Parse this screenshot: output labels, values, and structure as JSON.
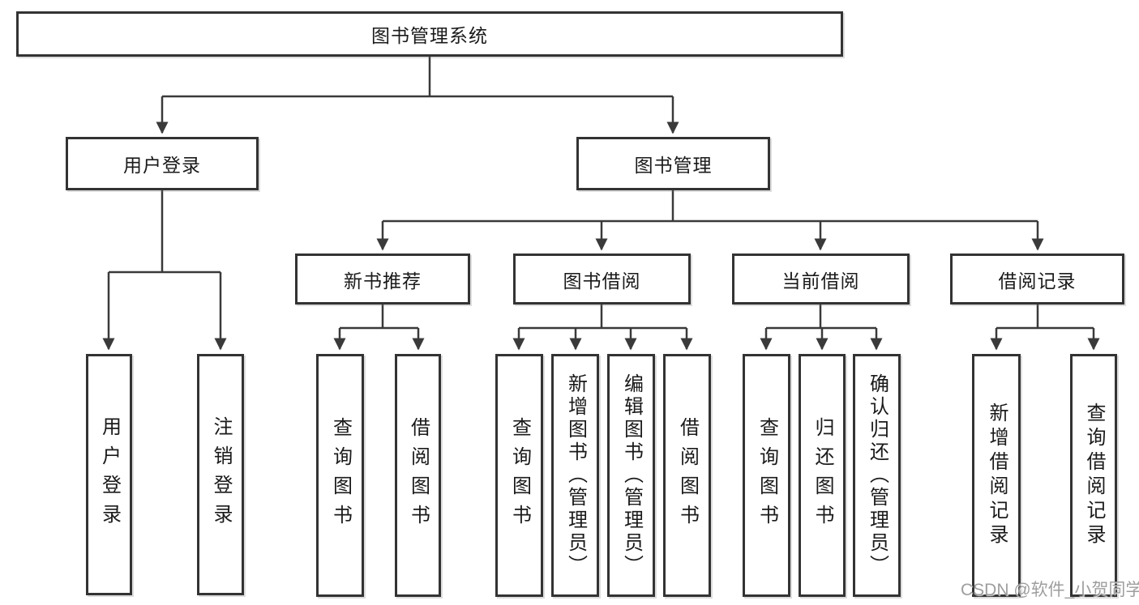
{
  "diagram": {
    "type": "org-tree",
    "watermark": "CSDN @软件_小贺同学",
    "colors": {
      "line": "#3a3a3a",
      "box_border": "#333333",
      "box_fill": "#ffffff",
      "text": "#1a1a1a",
      "watermark": "#969696"
    },
    "tree": {
      "label": "图书管理系统",
      "children": [
        {
          "label": "用户登录",
          "children": [
            {
              "label": "用户登录"
            },
            {
              "label": "注销登录"
            }
          ]
        },
        {
          "label": "图书管理",
          "children": [
            {
              "label": "新书推荐",
              "children": [
                {
                  "label": "查询图书"
                },
                {
                  "label": "借阅图书"
                }
              ]
            },
            {
              "label": "图书借阅",
              "children": [
                {
                  "label": "查询图书"
                },
                {
                  "label": "新增图书（管理员）"
                },
                {
                  "label": "编辑图书（管理员）"
                },
                {
                  "label": "借阅图书"
                }
              ]
            },
            {
              "label": "当前借阅",
              "children": [
                {
                  "label": "查询图书"
                },
                {
                  "label": "归还图书"
                },
                {
                  "label": "确认归还（管理员）"
                }
              ]
            },
            {
              "label": "借阅记录",
              "children": [
                {
                  "label": "新增借阅记录"
                },
                {
                  "label": "查询借阅记录"
                }
              ]
            }
          ]
        }
      ]
    }
  }
}
